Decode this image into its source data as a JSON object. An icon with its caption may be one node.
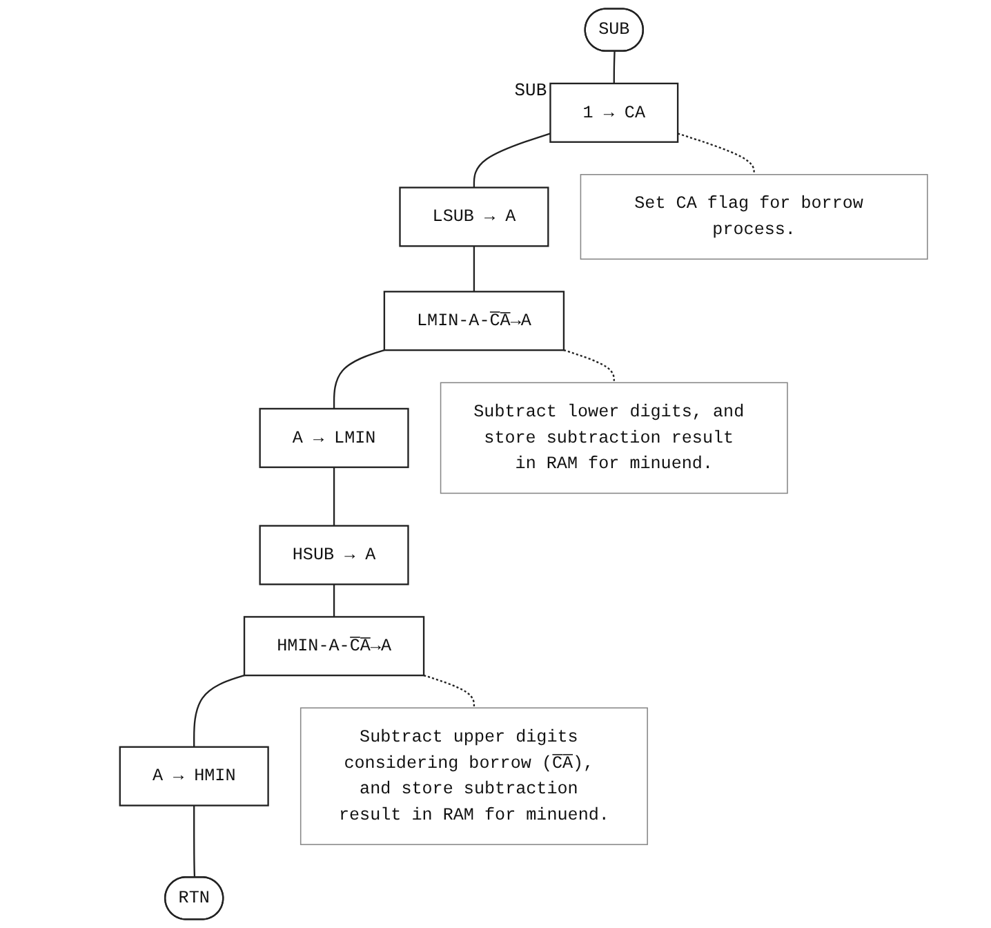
{
  "diagram": {
    "nodes": [
      {
        "text": [
          "SUB"
        ]
      },
      {
        "text": [
          "1 → CA"
        ],
        "beside": [
          "SUB"
        ]
      },
      {
        "text": [
          "LSUB → A"
        ]
      },
      {
        "text": [
          "LMIN-A-C̅A̅→A"
        ]
      },
      {
        "text": [
          "A → LMIN"
        ]
      },
      {
        "text": [
          "HSUB → A"
        ]
      },
      {
        "text": [
          "HMIN-A-C̅A̅→A"
        ]
      },
      {
        "text": [
          "A → HMIN"
        ]
      },
      {
        "text": [
          "RTN"
        ]
      },
      {
        "text": [
          "Set CA flag for borrow process."
        ]
      },
      {
        "text": [
          "Subtract lower digits, and store subtraction result in RAM for minuend."
        ]
      },
      {
        "text": [
          "Subtract upper digits considering borrow (C̅A̅), and store subtraction result in RAM for minuend."
        ]
      }
    ],
    "edges": [
      {
        "from": 0,
        "to": 1,
        "arrow": "none"
      },
      {
        "from": 1,
        "to": 2,
        "arrow": "none"
      },
      {
        "from": 2,
        "to": 3,
        "arrow": "none"
      },
      {
        "from": 3,
        "to": 4,
        "arrow": "none"
      },
      {
        "from": 4,
        "to": 5,
        "arrow": "none"
      },
      {
        "from": 5,
        "to": 6,
        "arrow": "none"
      },
      {
        "from": 6,
        "to": 7,
        "arrow": "none"
      },
      {
        "from": 7,
        "to": 8,
        "arrow": "none"
      },
      {
        "from": 1,
        "to": 9,
        "arrow": "none",
        "style": "dashed"
      },
      {
        "from": 3,
        "to": 10,
        "arrow": "none",
        "style": "dashed"
      },
      {
        "from": 6,
        "to": 11,
        "arrow": "none",
        "style": "dashed"
      }
    ]
  }
}
